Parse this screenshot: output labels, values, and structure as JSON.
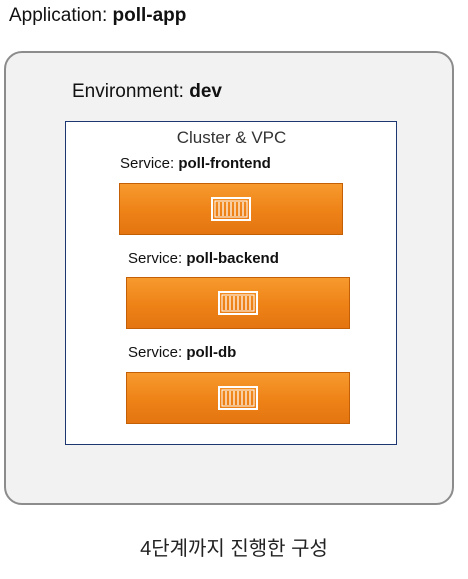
{
  "application": {
    "prefix": "Application: ",
    "name": "poll-app"
  },
  "environment": {
    "prefix": "Environment: ",
    "name": "dev"
  },
  "cluster": {
    "title": "Cluster & VPC"
  },
  "services": [
    {
      "prefix": "Service: ",
      "name": "poll-frontend",
      "icon": "container-icon"
    },
    {
      "prefix": "Service: ",
      "name": "poll-backend",
      "icon": "container-icon"
    },
    {
      "prefix": "Service: ",
      "name": "poll-db",
      "icon": "container-icon"
    }
  ],
  "caption": "4단계까지 진행한 구성",
  "colors": {
    "service_fill": "#ee8217",
    "service_border": "#c55f06",
    "cluster_border": "#1d3870",
    "environment_fill": "#f2f2f2",
    "environment_border": "#8c8c8c"
  }
}
